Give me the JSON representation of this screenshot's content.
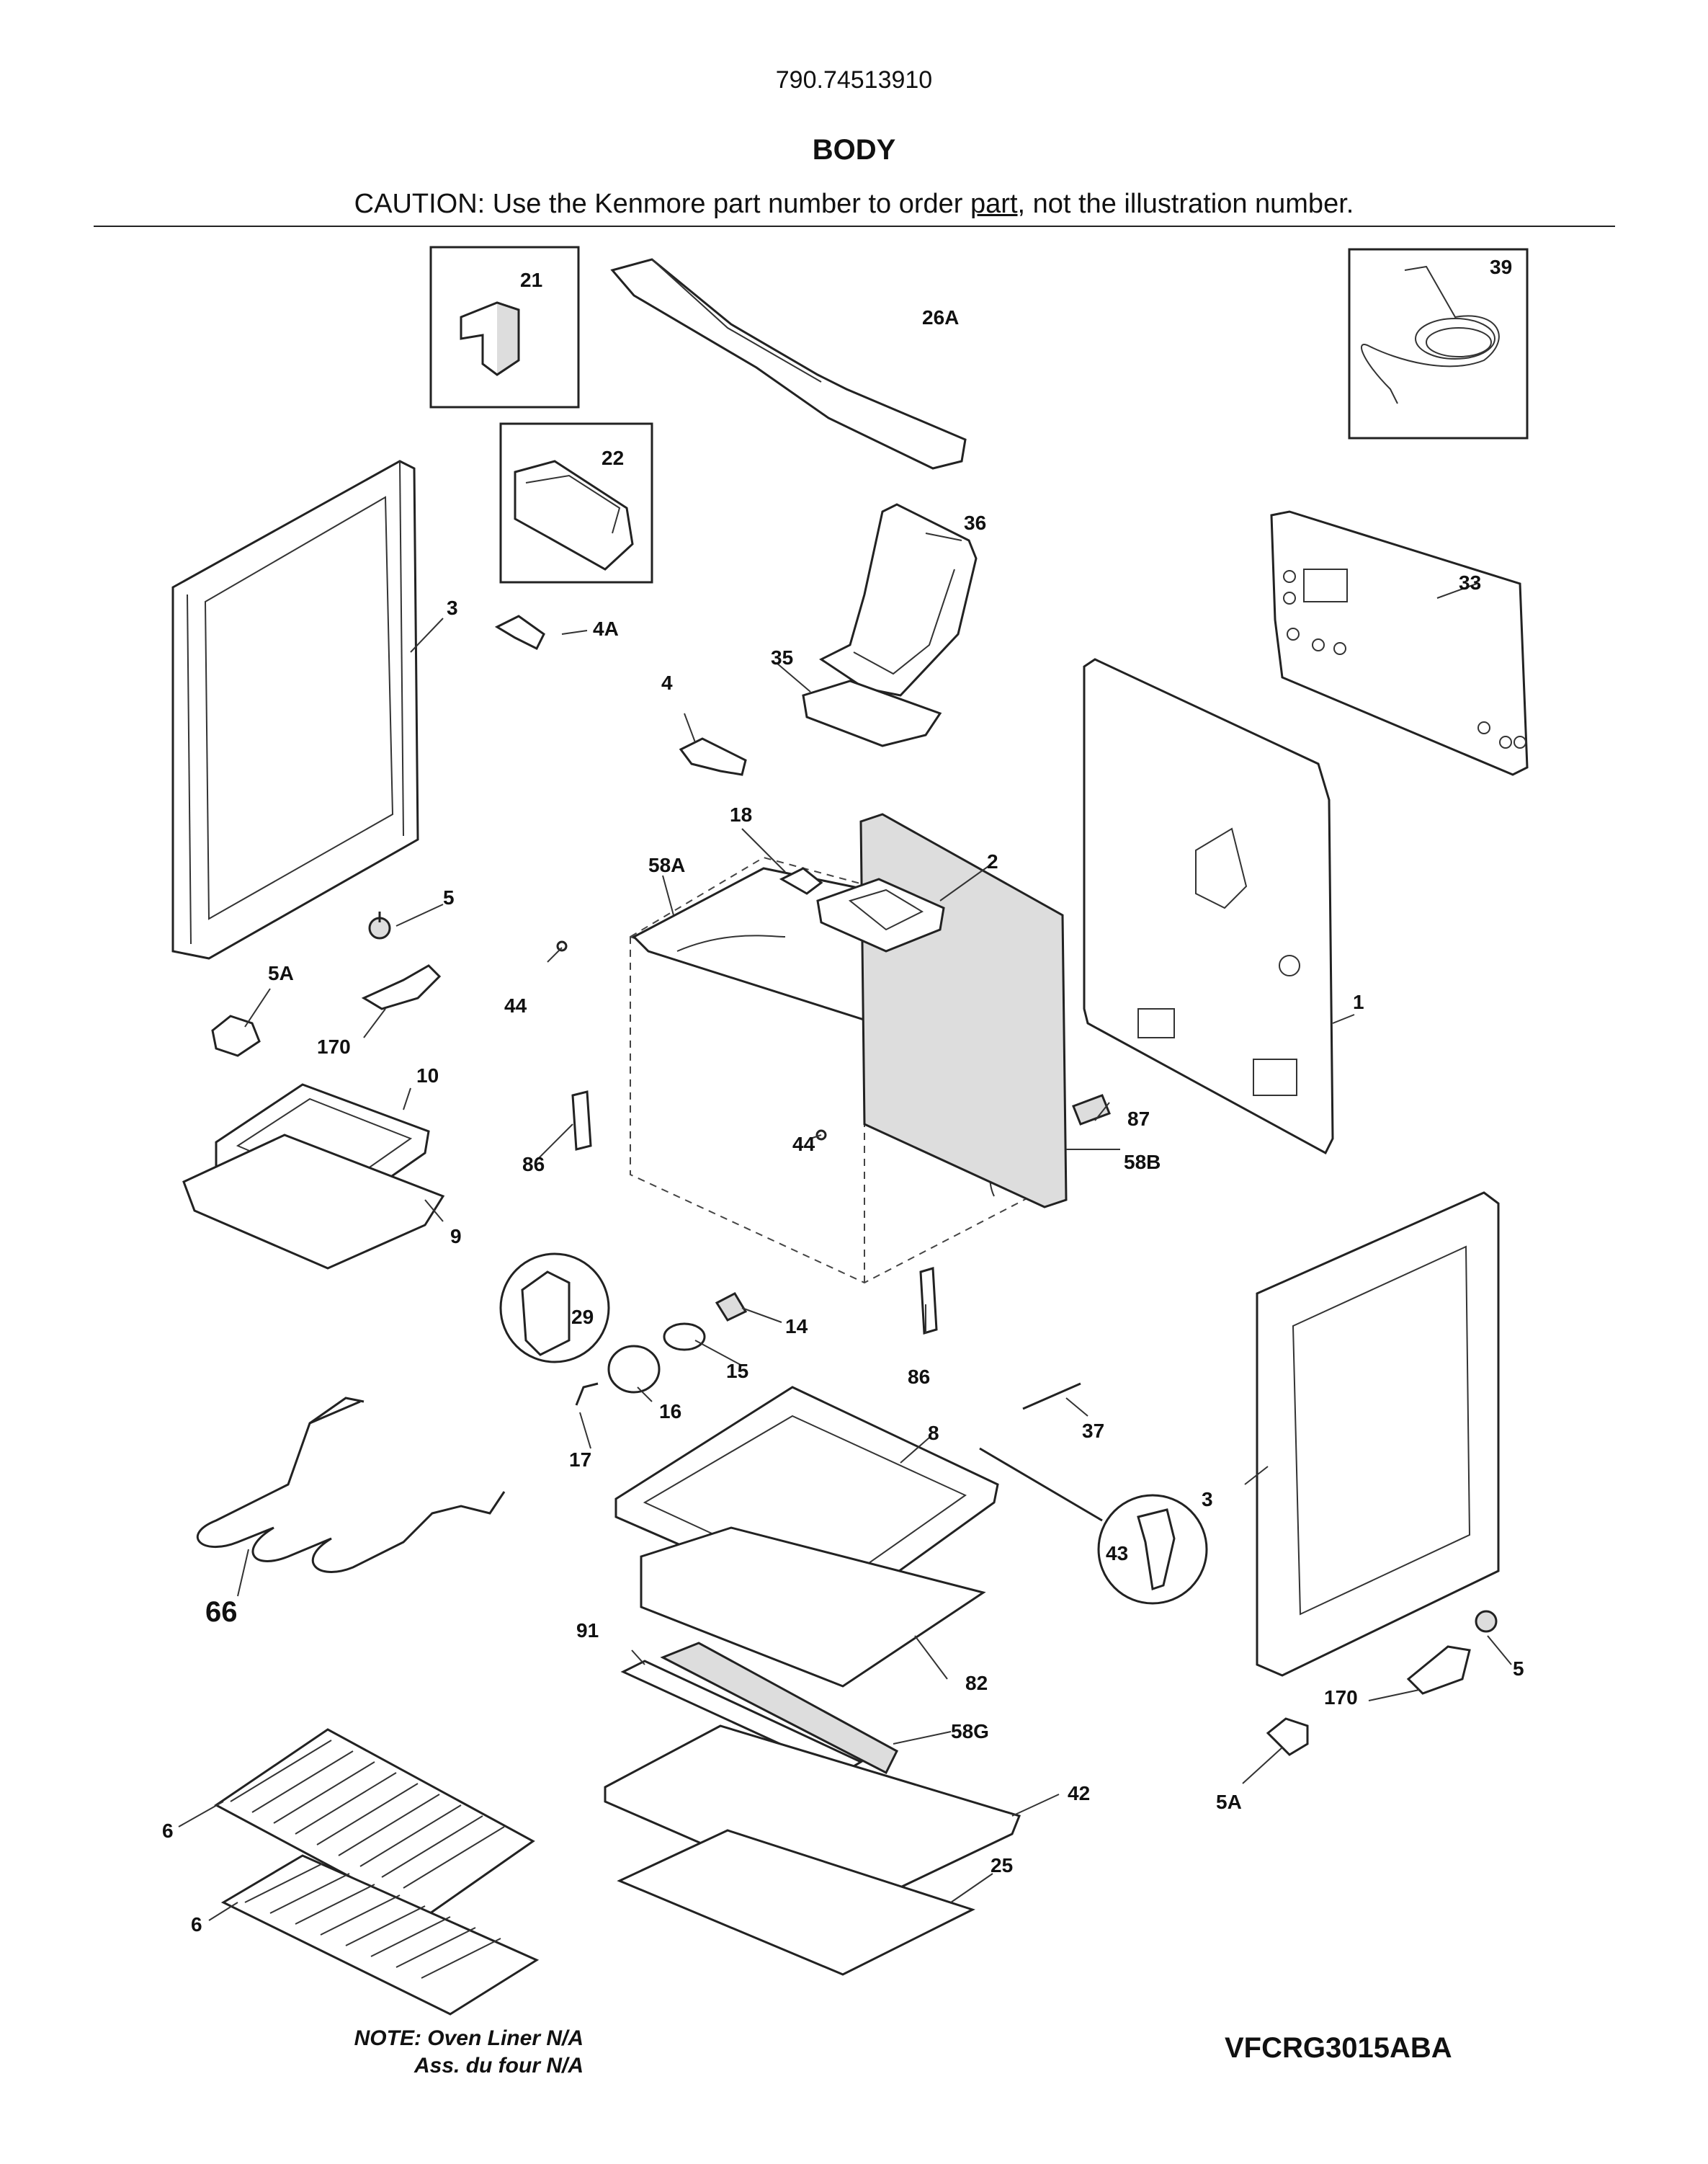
{
  "header": {
    "model_number": "790.74513910",
    "section_title": "BODY",
    "caution_prefix": "CAUTION: Use the Kenmore part number to order ",
    "caution_link": "part",
    "caution_suffix": ", not the illustration number."
  },
  "callouts": {
    "p1": "1",
    "p2": "2",
    "p3a": "3",
    "p3b": "3",
    "p4": "4",
    "p4a": "4A",
    "p5a": "5",
    "p5b": "5",
    "p5Aa": "5A",
    "p5Ab": "5A",
    "p6a": "6",
    "p6b": "6",
    "p8": "8",
    "p9": "9",
    "p10": "10",
    "p14": "14",
    "p15": "15",
    "p16": "16",
    "p17": "17",
    "p18": "18",
    "p21": "21",
    "p22": "22",
    "p25": "25",
    "p26A": "26A",
    "p29": "29",
    "p33": "33",
    "p35": "35",
    "p36": "36",
    "p37": "37",
    "p39": "39",
    "p42": "42",
    "p43": "43",
    "p44a": "44",
    "p44b": "44",
    "p58A": "58A",
    "p58B": "58B",
    "p58G": "58G",
    "p66": "66",
    "p82": "82",
    "p86a": "86",
    "p86b": "86",
    "p87": "87",
    "p91": "91",
    "p170a": "170",
    "p170b": "170"
  },
  "footer": {
    "note_line1": "NOTE: Oven Liner N/A",
    "note_line2": "Ass. du four N/A",
    "model_code": "VFCRG3015ABA"
  }
}
